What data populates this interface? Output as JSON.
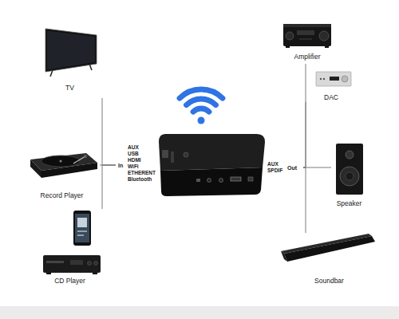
{
  "diagram": {
    "nodes": [
      {
        "text": [
          "TV"
        ]
      },
      {
        "text": [
          "Record Player"
        ]
      },
      {
        "text": [
          "CD Player"
        ]
      },
      {
        "text": [
          "In",
          "AUX USB HDMI WiFi ETHERENT Bluetooth",
          "AUX SPDIF",
          "Out"
        ]
      },
      {
        "text": [
          "Amplifier"
        ]
      },
      {
        "text": [
          "DAC"
        ]
      },
      {
        "text": [
          "Speaker"
        ]
      },
      {
        "text": [
          "Soundbar"
        ]
      }
    ],
    "edges": [
      {
        "from": 0,
        "to": 3,
        "arrow": "none"
      },
      {
        "from": 1,
        "to": 3,
        "arrow": "none"
      },
      {
        "from": 2,
        "to": 3,
        "arrow": "none"
      },
      {
        "from": 3,
        "to": 4,
        "arrow": "none"
      },
      {
        "from": 3,
        "to": 5,
        "arrow": "none"
      },
      {
        "from": 3,
        "to": 6,
        "arrow": "none"
      },
      {
        "from": 3,
        "to": 7,
        "arrow": "none"
      }
    ]
  }
}
